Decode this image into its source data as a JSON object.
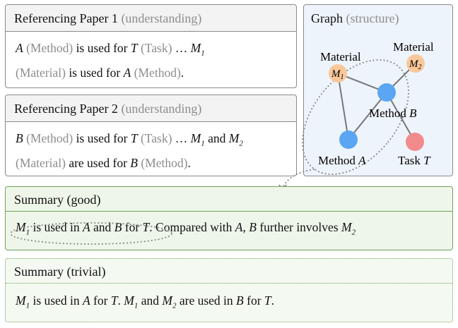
{
  "paper1": {
    "title": "Referencing Paper 1",
    "tag": "(understanding)",
    "line1": {
      "a": "A",
      "a_tag": "(Method)",
      "mid": "is used for",
      "t": "T",
      "t_tag": "(Task)",
      "dots": "…",
      "m": "M",
      "m_sub": "1"
    },
    "line2": {
      "m_tag": "(Material)",
      "mid": "is used for",
      "a": "A",
      "a_tag": "(Method)",
      "end": "."
    }
  },
  "paper2": {
    "title": "Referencing Paper 2",
    "tag": "(understanding)",
    "line1": {
      "b": "B",
      "b_tag": "(Method)",
      "mid": "is used for",
      "t": "T",
      "t_tag": "(Task)",
      "dots": "…",
      "m1": "M",
      "m1_sub": "1",
      "and": "and",
      "m2": "M",
      "m2_sub": "2"
    },
    "line2": {
      "m_tag": "(Material)",
      "mid": "are used for",
      "b": "B",
      "b_tag": "(Method)",
      "end": "."
    }
  },
  "graph": {
    "title": "Graph",
    "tag": "(structure)",
    "nodes": {
      "m1_label": "Material",
      "m1_text": "M",
      "m1_sub": "1",
      "m2_label": "Material",
      "m2_text": "M",
      "m2_sub": "2",
      "method_b": "Method ",
      "method_b_var": "B",
      "method_a": "Method ",
      "method_a_var": "A",
      "task": "Task ",
      "task_var": "T"
    },
    "colors": {
      "material": "#f9c89a",
      "method": "#5aa6f2",
      "task": "#f28b8b",
      "edge": "#777777"
    }
  },
  "summary_good": {
    "title": "Summary (good)",
    "m": "M",
    "m_sub": "1",
    "t1": " is used in ",
    "a": "A",
    "t2": " and ",
    "b": "B",
    "t3": " for ",
    "t": "T",
    "t4": ".",
    "t5": " Compared with ",
    "a2": "A",
    "t6": ", ",
    "b2": "B",
    "t7": " further involves ",
    "m2": "M",
    "m2_sub": "2"
  },
  "summary_trivial": {
    "title": "Summary (trivial)",
    "m": "M",
    "m_sub": "1",
    "t1": " is used in ",
    "a": "A",
    "t2": " for ",
    "t": "T",
    "t3": ". ",
    "m1": "M",
    "m1_sub": "1",
    "t4": " and ",
    "m2": "M",
    "m2_sub": "2",
    "t5": " are used in ",
    "b": "B",
    "t6": " for ",
    "t2b": "T",
    "t7": "."
  }
}
